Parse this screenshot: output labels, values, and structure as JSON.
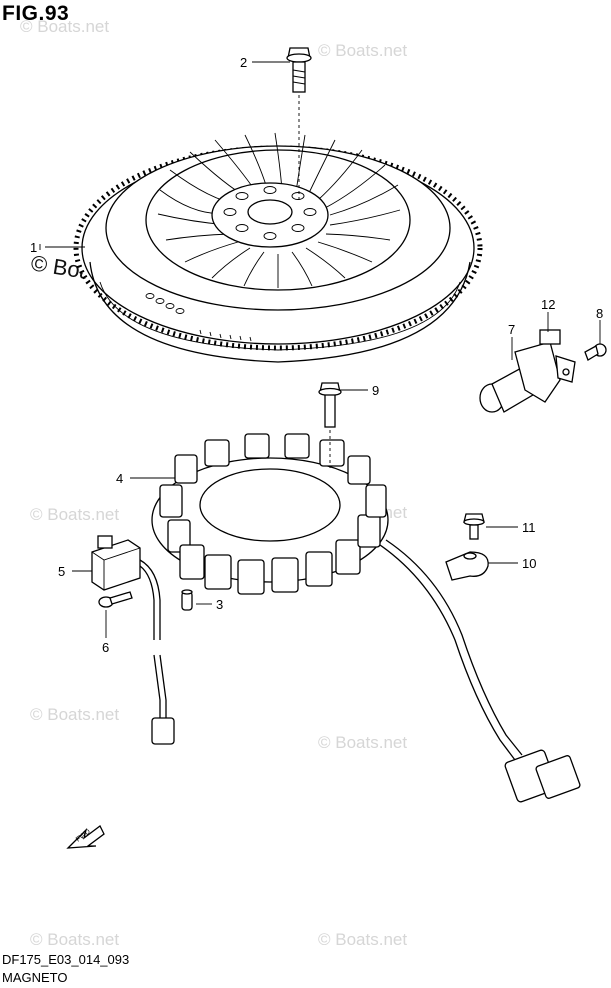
{
  "title": "FIG.93",
  "model_code": "DF175_E03_014_093",
  "section": "MAGNETO",
  "watermark": "© Boats.net",
  "fwd_label": "FWD",
  "callouts": {
    "c1": "1",
    "c2": "2",
    "c3": "3",
    "c4": "4",
    "c5": "5",
    "c6": "6",
    "c7": "7",
    "c8": "8",
    "c9": "9",
    "c10": "10",
    "c11": "11",
    "c12": "12"
  },
  "colors": {
    "line": "#000000",
    "watermark": "#d6d6d6",
    "background": "#ffffff"
  }
}
